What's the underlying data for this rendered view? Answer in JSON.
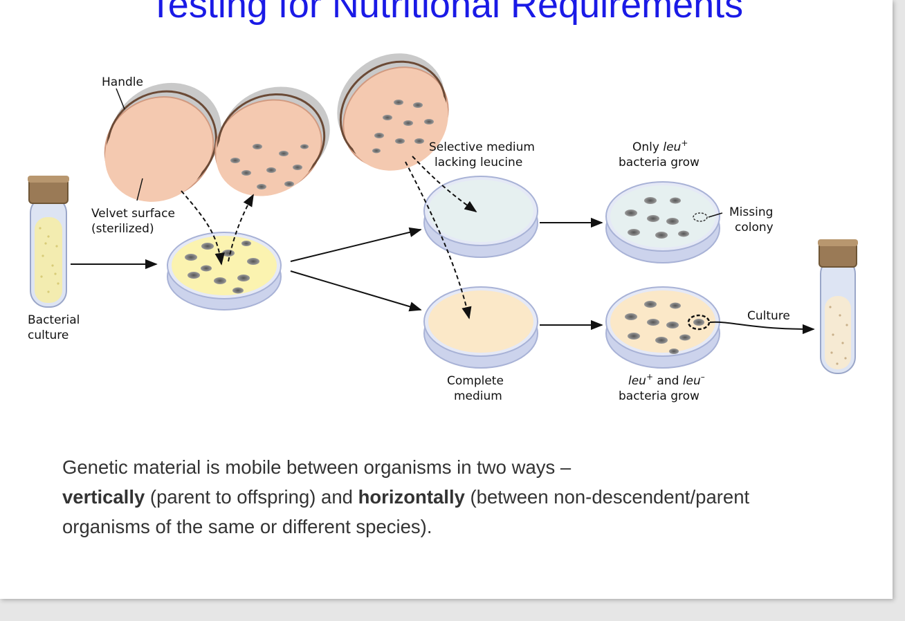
{
  "slide": {
    "title": "Testing for Nutritional Requirements",
    "body": {
      "intro": "Genetic material is mobile between organisms in two ways –",
      "term_vertical": "vertically",
      "after_vertical": " (parent to offspring) and ",
      "term_horizontal": "horizontally",
      "after_horizontal": " (between non-descendent/parent organisms of the same or different species)."
    }
  },
  "diagram": {
    "labels": {
      "handle": "Handle",
      "velvet_1": "Velvet surface",
      "velvet_2": "(sterilized)",
      "bacterial_1": "Bacterial",
      "bacterial_2": "culture",
      "selective_1": "Selective medium",
      "selective_2": "lacking leucine",
      "only_1_a": "Only ",
      "only_1_leu": "leu",
      "only_1_sup": "+",
      "only_2": "bacteria grow",
      "missing_1": "Missing",
      "missing_2": "colony",
      "complete_1": "Complete",
      "complete_2": "medium",
      "both_leu1": "leu",
      "both_sup1": "+",
      "both_and": " and ",
      "both_leu2": "leu",
      "both_sup2": "–",
      "both_2": "bacteria grow",
      "culture": "Culture"
    },
    "colors": {
      "title": "#1a1ae6",
      "yellow_medium": "#fbf3b0",
      "selective_medium": "#e6f0f0",
      "complete_medium": "#fbe8c8",
      "velvet": "#f4c9b0",
      "colony": "#6e6e6e"
    }
  }
}
